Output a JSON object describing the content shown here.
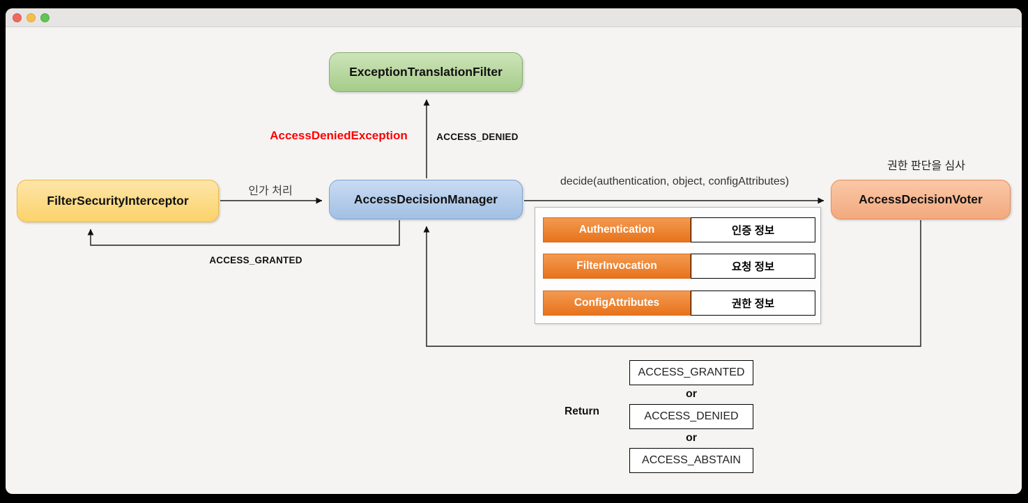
{
  "window": {
    "close_label": "close",
    "minimize_label": "minimize",
    "zoom_label": "zoom"
  },
  "nodes": {
    "exception_translation_filter": {
      "label": "ExceptionTranslationFilter",
      "fill": "#a5cc89"
    },
    "filter_security_interceptor": {
      "label": "FilterSecurityInterceptor",
      "fill": "#fcd36a"
    },
    "access_decision_manager": {
      "label": "AccessDecisionManager",
      "fill": "#a2c0e4"
    },
    "access_decision_voter": {
      "label": "AccessDecisionVoter",
      "fill": "#f3a97e"
    }
  },
  "labels": {
    "authorization_processing": "인가 처리",
    "decide_call": "decide(authentication, object, configAttributes)",
    "voter_role": "권한 판단을 심사",
    "access_denied_exception": "AccessDeniedException",
    "access_denied": "ACCESS_DENIED",
    "access_granted": "ACCESS_GRANTED"
  },
  "table": {
    "rows": [
      {
        "key": "Authentication",
        "value": "인증 정보"
      },
      {
        "key": "FilterInvocation",
        "value": "요청 정보"
      },
      {
        "key": "ConfigAttributes",
        "value": "권한 정보"
      }
    ],
    "key_color": "#e8731c"
  },
  "return_section": {
    "label": "Return",
    "or": "or",
    "options": [
      "ACCESS_GRANTED",
      "ACCESS_DENIED",
      "ACCESS_ABSTAIN"
    ]
  },
  "colors": {
    "exception_red": "#fe0000",
    "arrow": "#3c3c3c",
    "background": "#f5f4f3"
  }
}
